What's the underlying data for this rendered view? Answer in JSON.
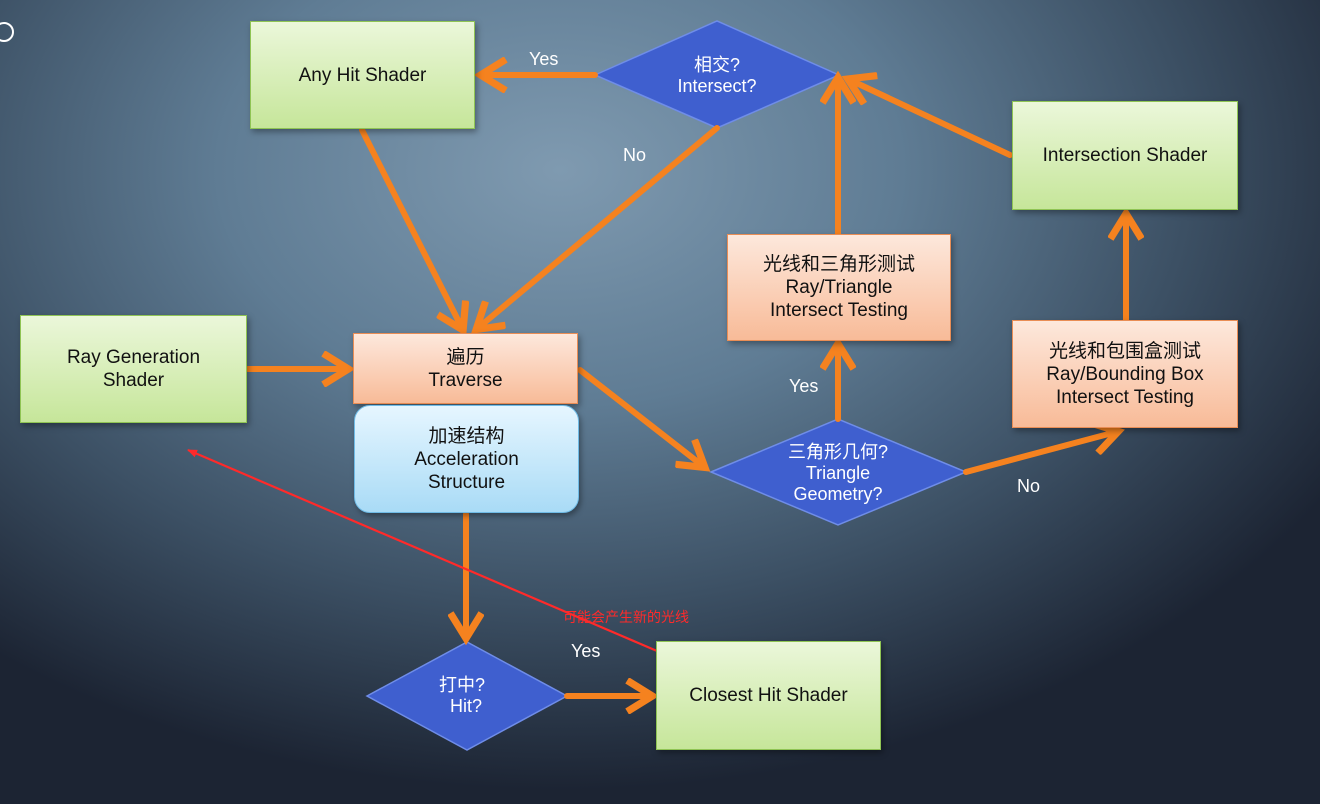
{
  "nodes": {
    "any_hit": "Any Hit Shader",
    "intersect_q": [
      "相交?",
      "Intersect?"
    ],
    "intersection_shader": "Intersection Shader",
    "ray_triangle": [
      "光线和三角形测试",
      "Ray/Triangle",
      "Intersect Testing"
    ],
    "ray_generation": [
      "Ray Generation",
      "Shader"
    ],
    "traverse": [
      "遍历",
      "Traverse"
    ],
    "acceleration": [
      "加速结构",
      "Acceleration",
      "Structure"
    ],
    "triangle_geometry_q": [
      "三角形几何?",
      "Triangle",
      "Geometry?"
    ],
    "ray_bbox": [
      "光线和包围盒测试",
      "Ray/Bounding Box",
      "Intersect Testing"
    ],
    "hit_q": [
      "打中?",
      "Hit?"
    ],
    "closest_hit": "Closest Hit Shader"
  },
  "edge_labels": {
    "intersect_yes": "Yes",
    "intersect_no": "No",
    "triangle_yes": "Yes",
    "triangle_no": "No",
    "hit_yes": "Yes"
  },
  "annotation": {
    "text": "可能会产生新的光线",
    "color": "#ff2a2a"
  },
  "colors": {
    "arrow": "#f5821f",
    "diamond_fill": "#3f5fcf",
    "annotation_line": "#ff2a2a"
  }
}
